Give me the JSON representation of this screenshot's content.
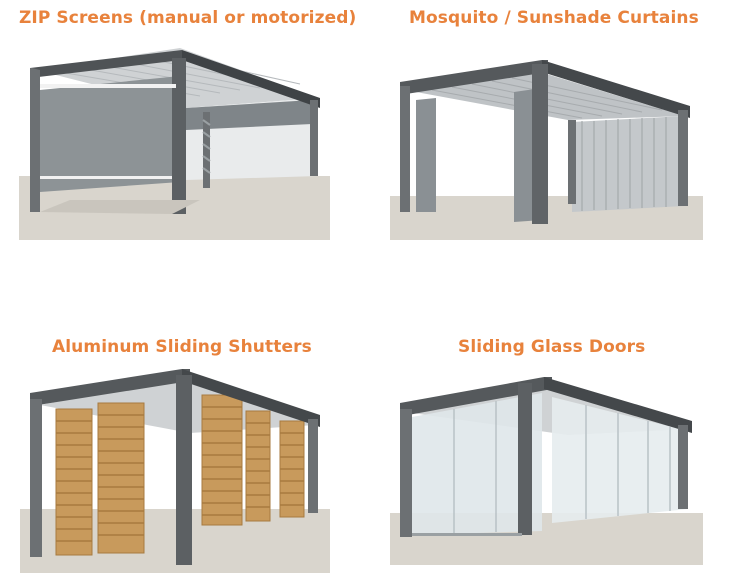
{
  "panels": [
    {
      "title": "ZIP Screens (manual or motorized)",
      "illustration": "pergola-zip-screens"
    },
    {
      "title": "Mosquito / Sunshade Curtains",
      "illustration": "pergola-mosquito-curtains"
    },
    {
      "title": "Aluminum Sliding Shutters",
      "illustration": "pergola-sliding-shutters"
    },
    {
      "title": "Sliding Glass Doors",
      "illustration": "pergola-sliding-glass-doors"
    }
  ],
  "colors": {
    "title": "#e8823c",
    "frame": "#6f7275",
    "frame_dark": "#55585b",
    "ground": "#d8d4cc",
    "wood": "#c89a5c",
    "glass": "#dde5e8"
  }
}
